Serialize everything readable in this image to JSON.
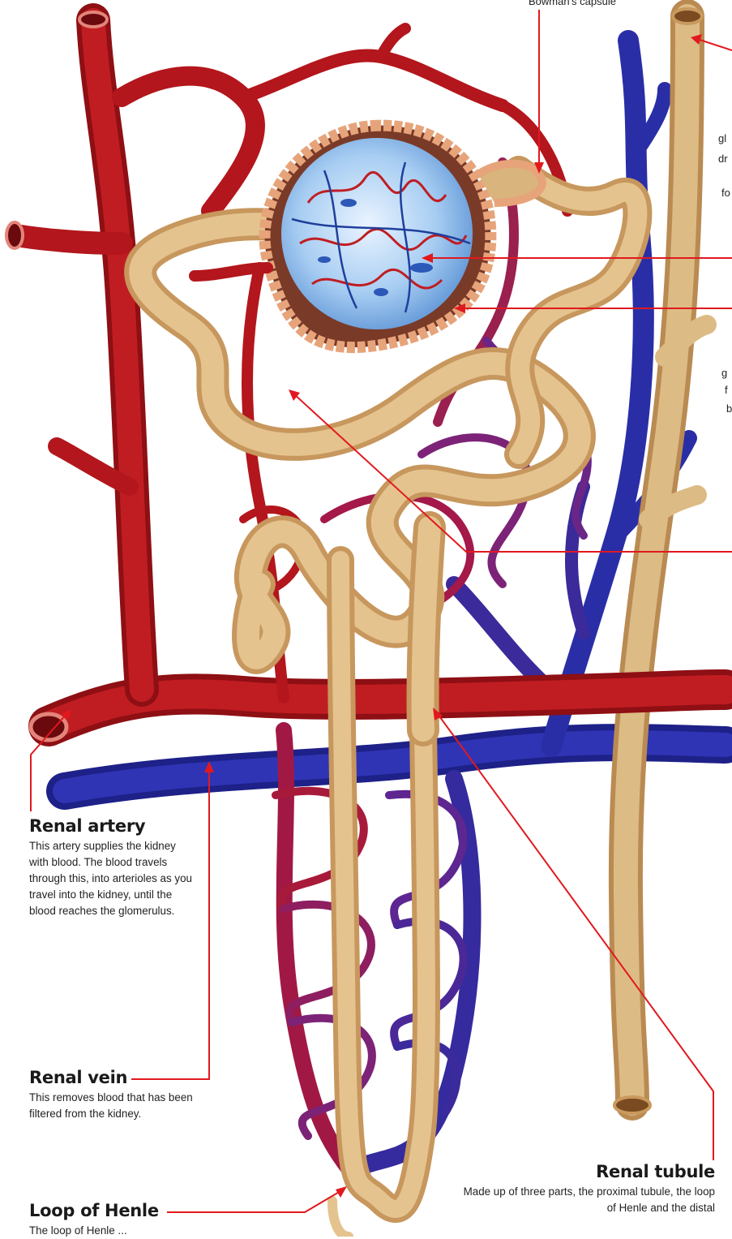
{
  "labels": {
    "bowmans_capsule": "Bowman's capsule",
    "renal_artery": {
      "title": "Renal artery",
      "body": "This artery supplies the kidney with blood. The blood travels through this, into arterioles as you travel into the kidney, until the blood reaches the glomerulus."
    },
    "renal_vein": {
      "title": "Renal vein",
      "body": "This removes blood that has been filtered from the kidney."
    },
    "loop_of_henle": {
      "title": "Loop of Henle",
      "body": "The loop of Henle ..."
    },
    "renal_tubule": {
      "title": "Renal tubule",
      "body": "Made up of three parts, the proximal tubule, the loop of Henle and the distal"
    }
  },
  "clipped_fragments": [
    "gl",
    "dr",
    "fo",
    "g",
    "f",
    "b"
  ],
  "colors": {
    "artery": "#b3161c",
    "artery_light": "#d6262a",
    "vein": "#23279b",
    "vein_light": "#3b3fc4",
    "tubule": "#d9b47c",
    "tubule_light": "#ecd09f",
    "glomerulus": "#9fc6ef",
    "capsule": "#e9a777",
    "leader": "#e1191e"
  }
}
